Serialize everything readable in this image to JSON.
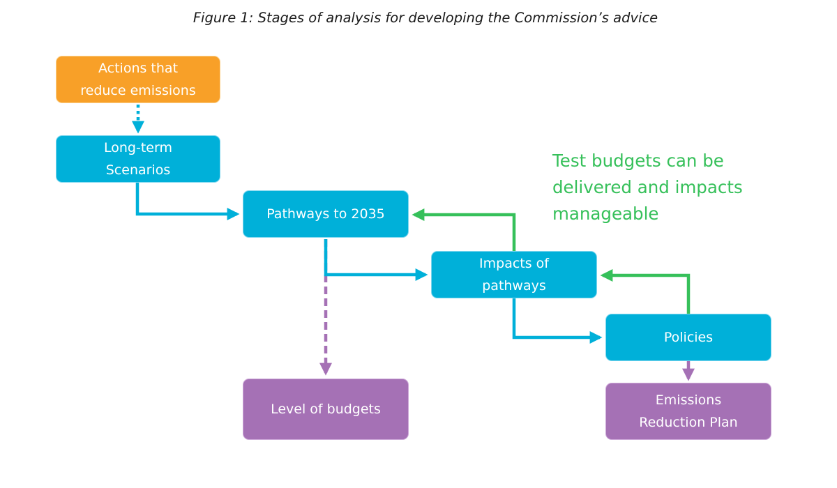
{
  "figure": {
    "title": "Figure 1: Stages of analysis for developing the Commission’s advice"
  },
  "boxes": {
    "actions": {
      "line1": "Actions that",
      "line2": "reduce emissions"
    },
    "long_term": {
      "line1": "Long-term",
      "line2": "Scenarios"
    },
    "pathways": {
      "line1": "Pathways to 2035"
    },
    "impacts": {
      "line1": "Impacts of",
      "line2": "pathways"
    },
    "policies": {
      "line1": "Policies"
    },
    "budgets": {
      "line1": "Level of budgets"
    },
    "erp": {
      "line1": "Emissions",
      "line2": "Reduction Plan"
    }
  },
  "annotation": {
    "line1": "Test budgets can be",
    "line2": "delivered and impacts",
    "line3": "manageable"
  },
  "colors": {
    "orange": "#f8a028",
    "blue": "#00b0d9",
    "purple": "#a571b5",
    "green": "#36c05a"
  }
}
